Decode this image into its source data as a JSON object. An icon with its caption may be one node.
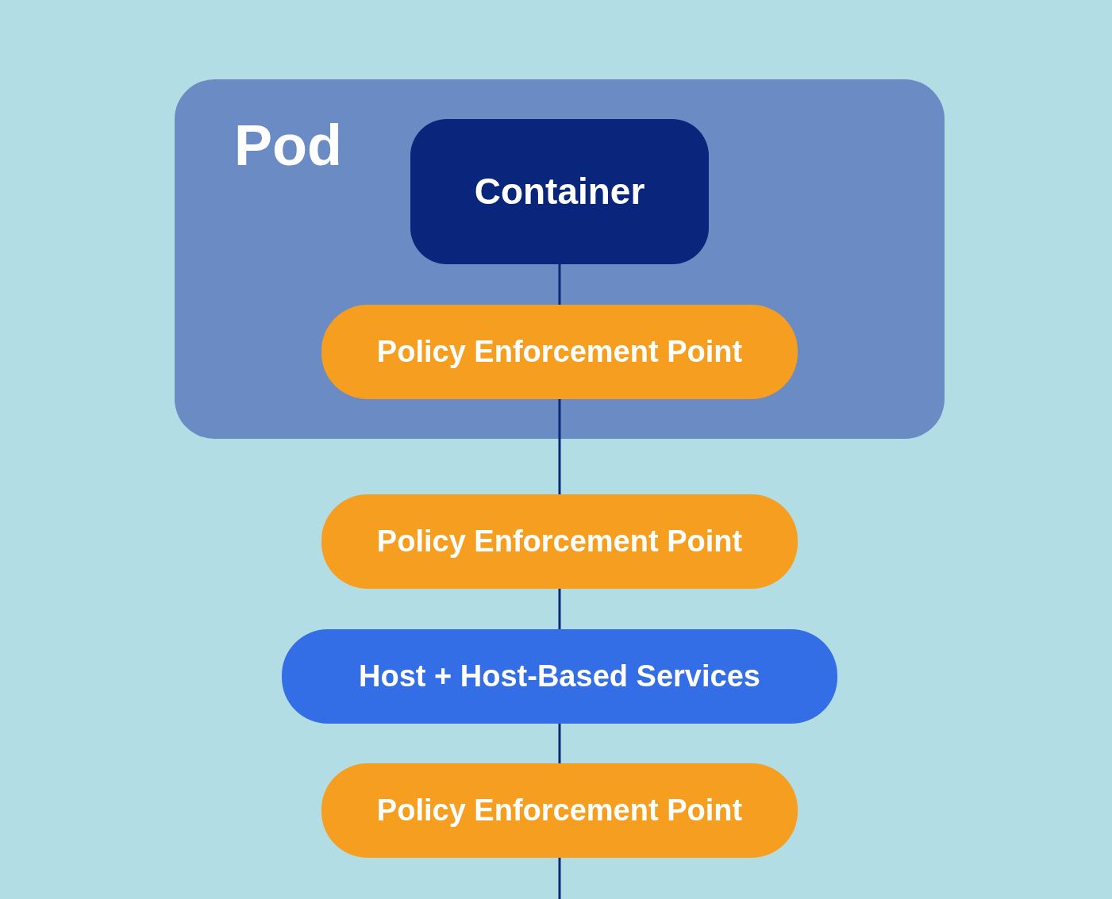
{
  "diagram": {
    "nodes": [
      {
        "text": [
          "Pod"
        ]
      },
      {
        "text": [
          "Container"
        ],
        "in": 0
      },
      {
        "text": [
          "Policy Enforcement Point"
        ],
        "in": 0
      },
      {
        "text": [
          "Policy Enforcement Point"
        ]
      },
      {
        "text": [
          "Host + Host-Based Services"
        ]
      },
      {
        "text": [
          "Policy Enforcement Point"
        ]
      }
    ],
    "edges": [
      {
        "from": 1,
        "to": 2,
        "arrow": "none"
      },
      {
        "from": 2,
        "to": 3,
        "arrow": "none"
      },
      {
        "from": 3,
        "to": 4,
        "arrow": "none"
      },
      {
        "from": 4,
        "to": 5,
        "arrow": "none"
      },
      {
        "from": 5,
        "to": null,
        "arrow": "none"
      }
    ]
  }
}
